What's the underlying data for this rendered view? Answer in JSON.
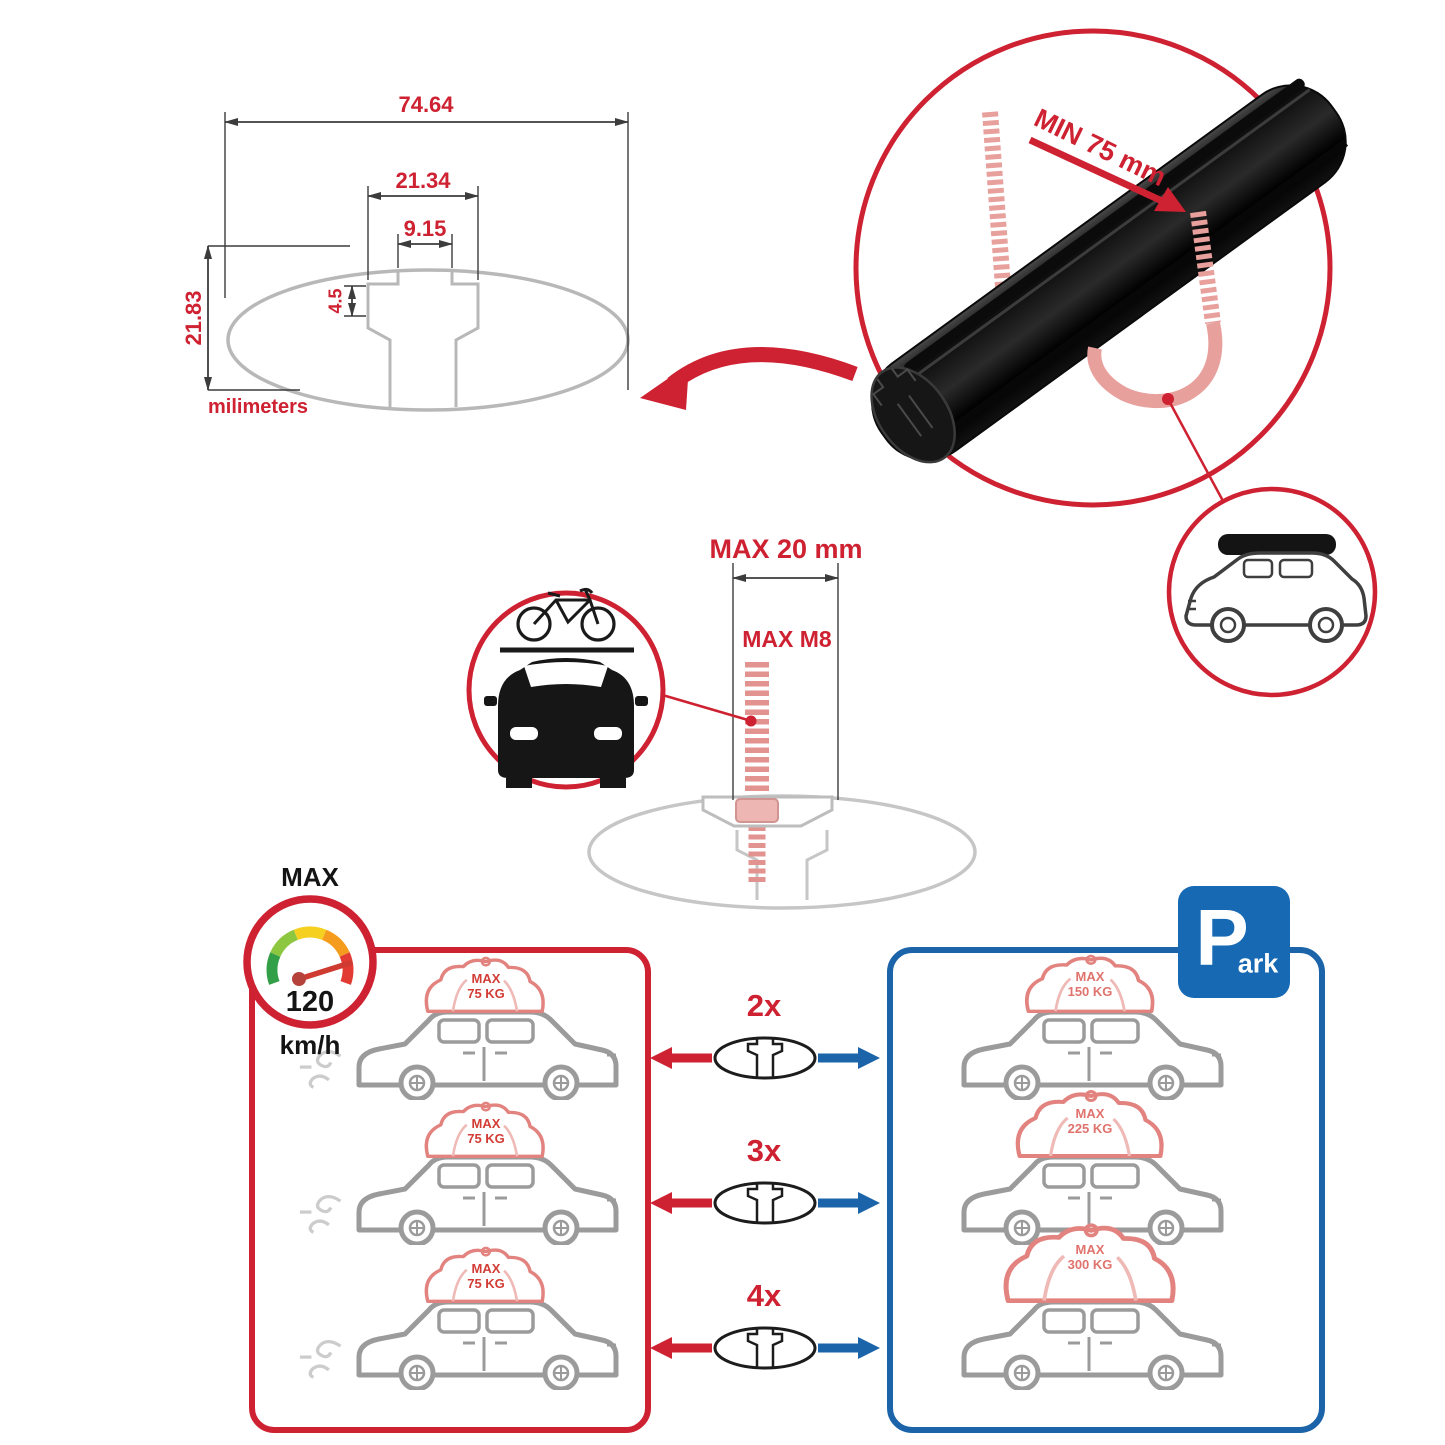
{
  "colors": {
    "accent_red": "#ce2131",
    "accent_blue": "#1b64a9",
    "thread_pink": "#e8a09d",
    "outline_gray": "#9b9b9b"
  },
  "tech_drawing": {
    "width_total": "74.64",
    "channel_outer_width": "21.34",
    "channel_opening_width": "9.15",
    "lip_depth": "4.5",
    "profile_height": "21.83",
    "unit_label": "milimeters"
  },
  "crossbar_detail": {
    "min_clearance_label": "MIN 75 mm"
  },
  "bolt_spec": {
    "max_length_label": "MAX 20 mm",
    "max_thread_label": "MAX M8"
  },
  "speed_limit": {
    "title": "MAX",
    "value": "120",
    "unit": "km/h"
  },
  "multiplier_column": {
    "items": [
      {
        "label": "2x"
      },
      {
        "label": "3x"
      },
      {
        "label": "4x"
      }
    ]
  },
  "dynamic_panel": {
    "cars": [
      {
        "max_label": "MAX",
        "load": "75 KG"
      },
      {
        "max_label": "MAX",
        "load": "75 KG"
      },
      {
        "max_label": "MAX",
        "load": "75 KG"
      }
    ]
  },
  "static_panel": {
    "cars": [
      {
        "max_label": "MAX",
        "load": "150 KG"
      },
      {
        "max_label": "MAX",
        "load": "225 KG"
      },
      {
        "max_label": "MAX",
        "load": "300 KG"
      }
    ]
  },
  "parking_sign": {
    "letter": "P",
    "suffix": "ark"
  }
}
